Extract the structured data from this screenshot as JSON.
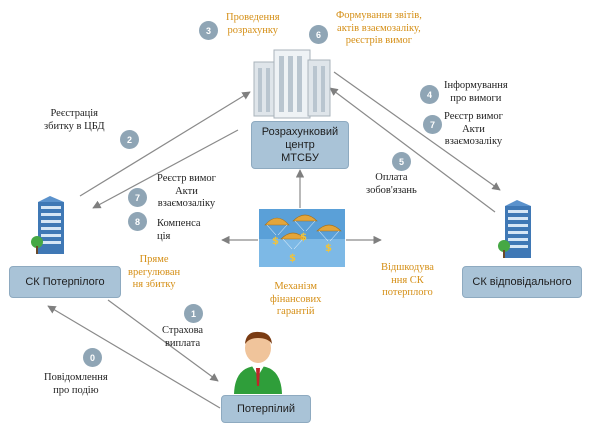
{
  "nodes": {
    "center": "Розрахунковий\nцентр\nМТСБУ",
    "insurer_victim": "СК Потерпілого",
    "insurer_liable": "СК відповідального",
    "victim": "Потерпілий"
  },
  "steps": {
    "s0": {
      "num": "0",
      "text": "Повідомлення\nпро подію"
    },
    "s1": {
      "num": "1",
      "text": "Страхова\nвиплата"
    },
    "s2": {
      "num": "2",
      "text": "Реєстрація\nзбитку в ЦБД"
    },
    "s3": {
      "num": "3",
      "text": "Проведення\nрозрахунку"
    },
    "s4": {
      "num": "4",
      "text": "Інформування\nпро вимоги"
    },
    "s5": {
      "num": "5",
      "text": "Оплата\nзобов'язань"
    },
    "s6": {
      "num": "6",
      "text": "Формування звітів,\nактів взаємозаліку,\nреєстрів вимог"
    },
    "s7a": {
      "num": "7",
      "text": "Реєстр вимог\nАкти\nвзаємозаліку"
    },
    "s7b": {
      "num": "7",
      "text": "Реєстр вимог\nАкти\nвзаємозаліку"
    },
    "s8": {
      "num": "8",
      "text": "Компенса\nція"
    }
  },
  "mechanisms": {
    "direct": "Пряме\nврегулюван\nня збитку",
    "guarantee": "Механізм\nфінансових\nгарантій",
    "reimbursement": "Відшкодува\nння СК\nпотерплого"
  },
  "colors": {
    "box_fill": "#a9c3d7",
    "badge": "#8fa5b5",
    "orange_text": "#d58f16",
    "arrow": "#7f7f7f"
  },
  "icons": {
    "center": "office-buildings-icon",
    "insurer_victim": "building-icon",
    "insurer_liable": "building-icon",
    "victim": "person-icon",
    "guarantee": "parachute-money-icon"
  }
}
